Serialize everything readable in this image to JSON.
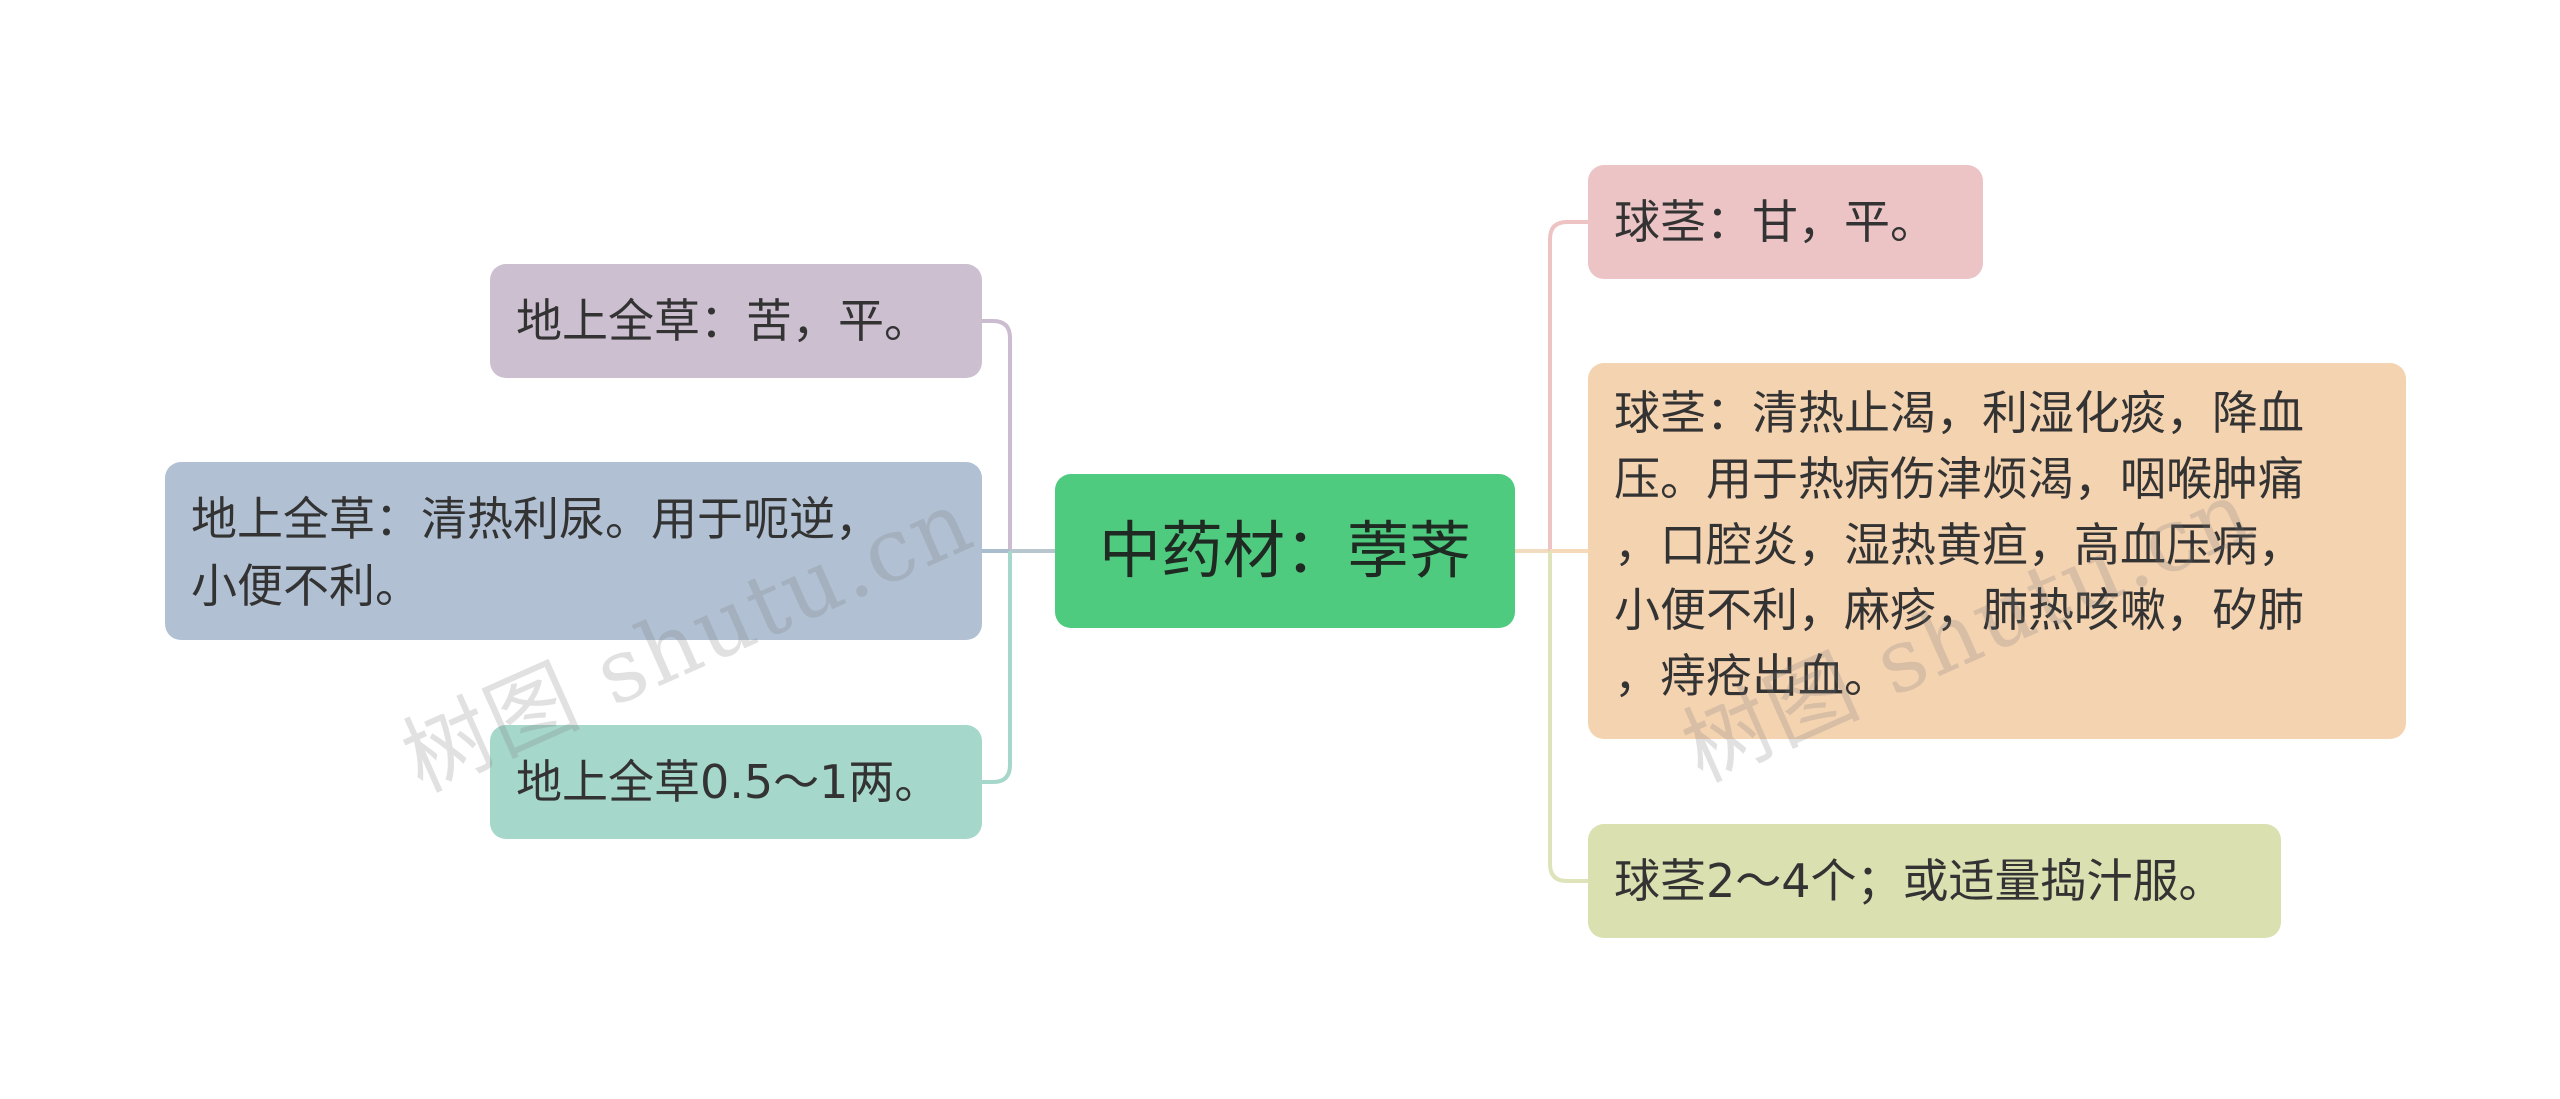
{
  "mindmap": {
    "center": {
      "label": "中药材：荸荠",
      "color": "#4fcb80"
    },
    "left_branches": [
      {
        "label": "地上全草：苦，平。",
        "color": "#ccbfcf",
        "line_color": "#c9b8cc"
      },
      {
        "label": "地上全草：清热利尿。用于呃逆，小便不利。",
        "lines": [
          "地上全草：清热利尿。用于呃逆，",
          "小便不利。"
        ],
        "color": "#b1c1d3",
        "line_color": "#a9bdcf"
      },
      {
        "label": "地上全草0.5～1两。",
        "color": "#a6d7cb",
        "line_color": "#a6d7cb"
      }
    ],
    "right_branches": [
      {
        "label": "球茎：甘，平。",
        "color": "#ecc4c5",
        "line_color": "#eec3c3"
      },
      {
        "label": "球茎：清热止渴，利湿化痰，降血压。用于热病伤津烦渴，咽喉肿痛，口腔炎，湿热黄疸，高血压病，小便不利，麻疹，肺热咳嗽，矽肺，痔疮出血。",
        "lines": [
          "球茎：清热止渴，利湿化痰，降血",
          "压。用于热病伤津烦渴，咽喉肿痛",
          "，口腔炎，湿热黄疸，高血压病，",
          "小便不利，麻疹，肺热咳嗽，矽肺",
          "，痔疮出血。"
        ],
        "color": "#f4d3b1",
        "line_color": "#f6d9b8"
      },
      {
        "label": "球茎2～4个；或适量捣汁服。",
        "color": "#dae0b0",
        "line_color": "#dfe3b9"
      }
    ]
  },
  "watermark": {
    "text": "树图 shutu.cn"
  }
}
